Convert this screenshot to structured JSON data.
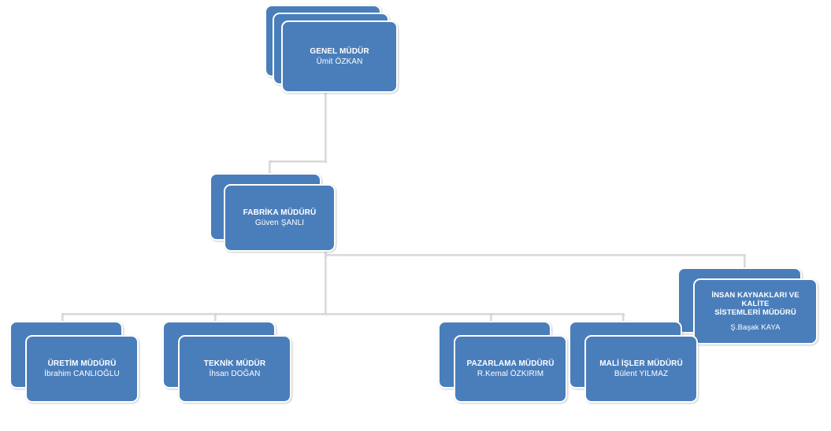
{
  "chart": {
    "kind": "organization-chart",
    "background_color": "#ffffff",
    "node_fill_color": "#4a7ebb",
    "node_border_color": "#ffffff",
    "connector_color": "#d9d9d9",
    "text_color": "#ffffff"
  },
  "nodes": {
    "genel_mudur": {
      "title": "GENEL MÜDÜR",
      "name": "Ümit ÖZKAN"
    },
    "fabrika_mudur": {
      "title": "FABRİKA MÜDÜRÜ",
      "name": "Güven ŞANLI"
    },
    "uretim_mudur": {
      "title": "ÜRETİM MÜDÜRÜ",
      "name": "İbrahim CANLIOĞLU"
    },
    "teknik_mudur": {
      "title": "TEKNİK MÜDÜR",
      "name": "İhsan DOĞAN"
    },
    "pazarlama_mudur": {
      "title": "PAZARLAMA MÜDÜRÜ",
      "name": "R.Kemal ÖZKIRIM"
    },
    "mali_isler_mudur": {
      "title": "MALİ İŞLER MÜDÜRÜ",
      "name": "Bülent YILMAZ"
    },
    "ik_kalite_mudur": {
      "title_line1": "İNSAN KAYNAKLARI VE KALİTE",
      "title_line2": "SİSTEMLERİ MÜDÜRÜ",
      "name": "Ş.Başak KAYA"
    }
  }
}
